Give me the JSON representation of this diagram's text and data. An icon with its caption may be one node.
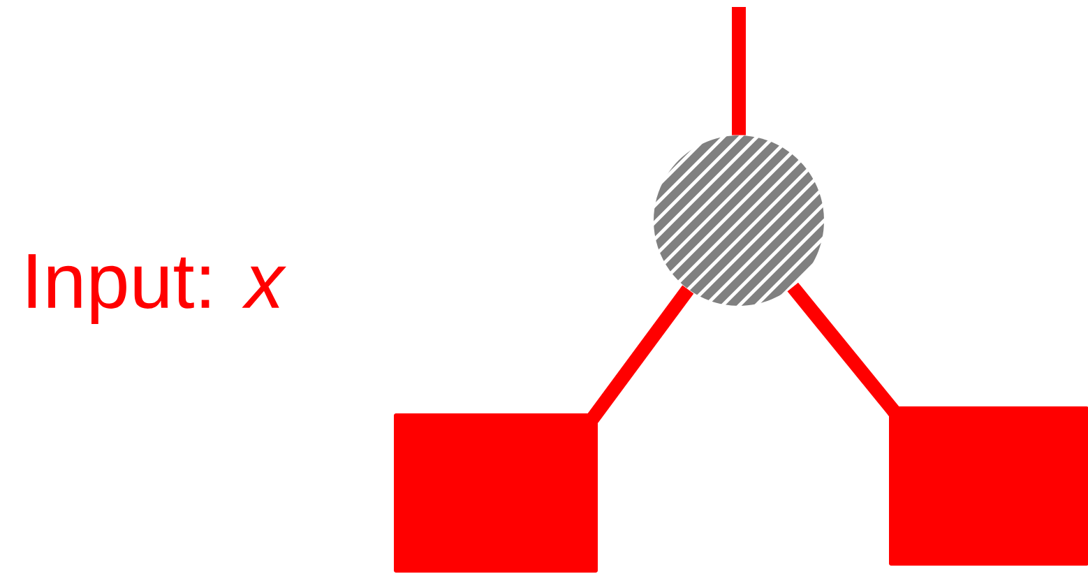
{
  "diagram": {
    "nodes": [
      {
        "text": [],
        "shape": "circle"
      },
      {
        "text": [],
        "shape": "box"
      },
      {
        "text": [],
        "shape": "box"
      }
    ],
    "edges": [
      {
        "from": null,
        "to": 0,
        "arrow": "none"
      },
      {
        "from": 0,
        "to": 1,
        "arrow": "none"
      },
      {
        "from": 0,
        "to": 2,
        "arrow": "none"
      }
    ],
    "labels": [
      "Input: *x*"
    ]
  }
}
